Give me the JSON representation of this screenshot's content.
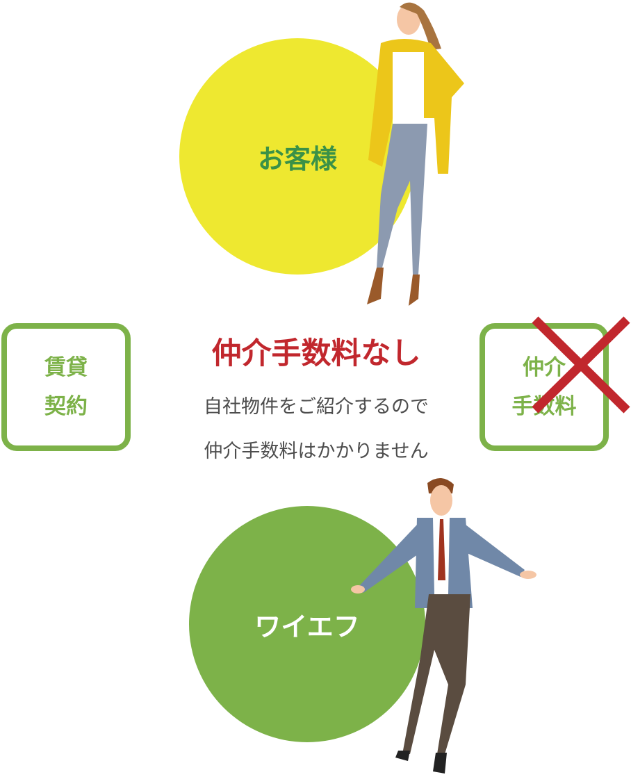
{
  "customer_label": "お客様",
  "company_label": "ワイエフ",
  "left_box": {
    "line1": "賃貸",
    "line2": "契約"
  },
  "right_box": {
    "line1": "仲介",
    "line2": "手数料"
  },
  "title": "仲介手数料なし",
  "subtitle": {
    "line1": "自社物件をご紹介するので",
    "line2": "仲介手数料はかかりません"
  },
  "colors": {
    "yellow": "#eee830",
    "green": "#7db249",
    "red": "#c1272d",
    "text": "#4d4d4d"
  }
}
